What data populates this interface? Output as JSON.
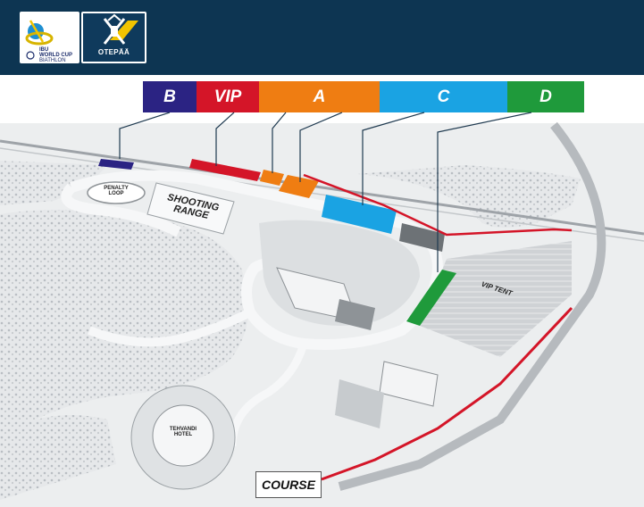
{
  "logos": {
    "world_cup": {
      "lines": [
        "IBU",
        "WORLD CUP",
        "BIATHLON"
      ]
    },
    "otepaa": {
      "text": "OTEPÄÄ"
    }
  },
  "zones": [
    {
      "id": "b",
      "label": "B",
      "color": "#2b2383"
    },
    {
      "id": "vip",
      "label": "VIP",
      "color": "#d41528"
    },
    {
      "id": "a",
      "label": "A",
      "color": "#ef7d12"
    },
    {
      "id": "c",
      "label": "C",
      "color": "#1aa3e3"
    },
    {
      "id": "d",
      "label": "D",
      "color": "#1f9a3b"
    }
  ],
  "map": {
    "penalty_loop": "PENALTY LOOP",
    "shooting_range": "SHOOTING RANGE",
    "vip_tent": "VIP TENT",
    "tehvandi_hotel": "TEHVANDI HOTEL",
    "course": "COURSE"
  }
}
